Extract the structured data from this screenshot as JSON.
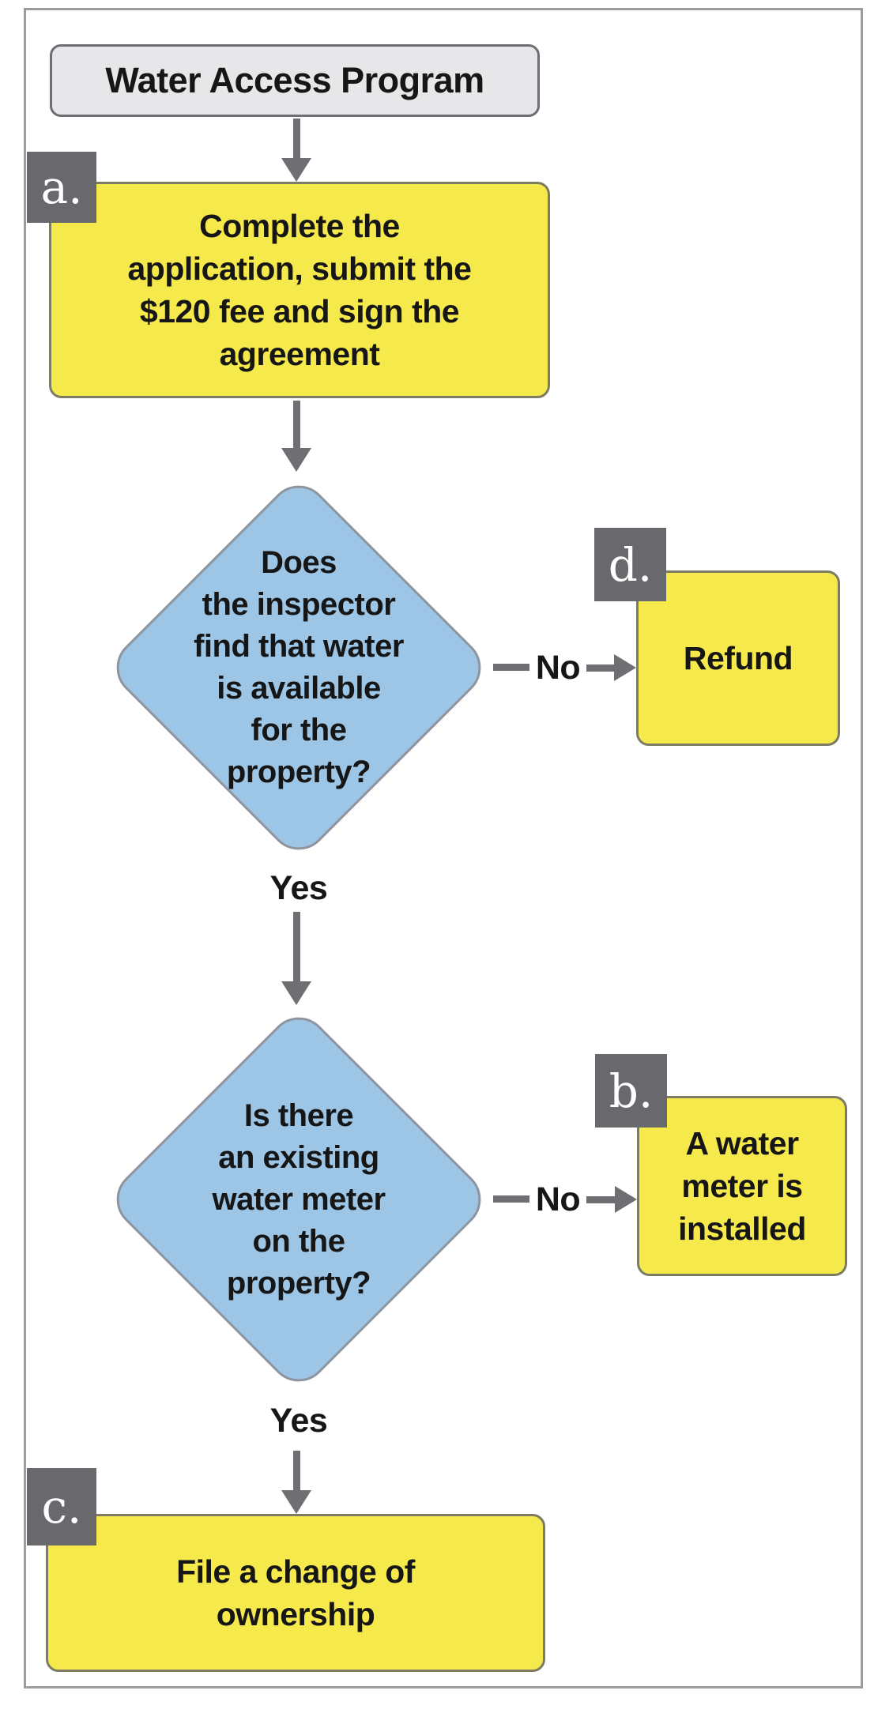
{
  "colors": {
    "process_fill": "#f6e94c",
    "process_border": "#7c7c64",
    "decision_fill": "#9dc5e6",
    "decision_border": "#8e959f",
    "start_fill": "#e7e7e9",
    "start_border": "#6d6d74",
    "badge_fill": "#68686d",
    "badge_ink": "#ffffff",
    "connector": "#6e6e73",
    "ink": "#161616",
    "frame_border": "#9c9c9c"
  },
  "flowchart": {
    "start": {
      "text": "Water Access Program"
    },
    "step_a": {
      "badge": "a.",
      "lines": [
        "Complete the",
        "application, submit the",
        "$120 fee and sign the",
        "agreement"
      ]
    },
    "decision_1": {
      "lines": [
        "Does",
        "the inspector",
        "find that water",
        "is available",
        "for the",
        "property?"
      ],
      "no": "No",
      "yes": "Yes"
    },
    "step_d": {
      "badge": "d.",
      "text": "Refund"
    },
    "decision_2": {
      "lines": [
        "Is there",
        "an existing",
        "water meter",
        "on the",
        "property?"
      ],
      "no": "No",
      "yes": "Yes"
    },
    "step_b": {
      "badge": "b.",
      "lines": [
        "A water",
        "meter is",
        "installed"
      ]
    },
    "step_c": {
      "badge": "c.",
      "lines": [
        "File a change of",
        "ownership"
      ]
    }
  }
}
